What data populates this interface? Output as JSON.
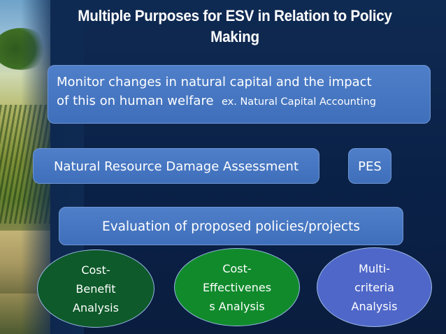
{
  "slide": {
    "title_line1": "Multiple Purposes for ESV in Relation to Policy",
    "title_line2": "Making"
  },
  "boxes": {
    "monitor": {
      "line1": "Monitor changes in natural capital and the impact",
      "line2": "of this on human welfare",
      "example": "ex. Natural Capital Accounting"
    },
    "nrda": "Natural Resource Damage Assessment",
    "pes": "PES",
    "evaluation": "Evaluation of proposed policies/projects"
  },
  "ovals": {
    "cost_benefit": [
      "Cost-",
      "Benefit",
      "Analysis"
    ],
    "cost_effectiveness": [
      "Cost-",
      "Effectivenes",
      "s Analysis"
    ],
    "multi_criteria": [
      "Multi-",
      "criteria",
      "Analysis"
    ]
  },
  "colors": {
    "background": "#0f2a52",
    "box_fill": "#4577c4",
    "oval_dark_green": "#0e5a2a",
    "oval_green": "#118a2c",
    "oval_blue": "#4f67c8"
  }
}
